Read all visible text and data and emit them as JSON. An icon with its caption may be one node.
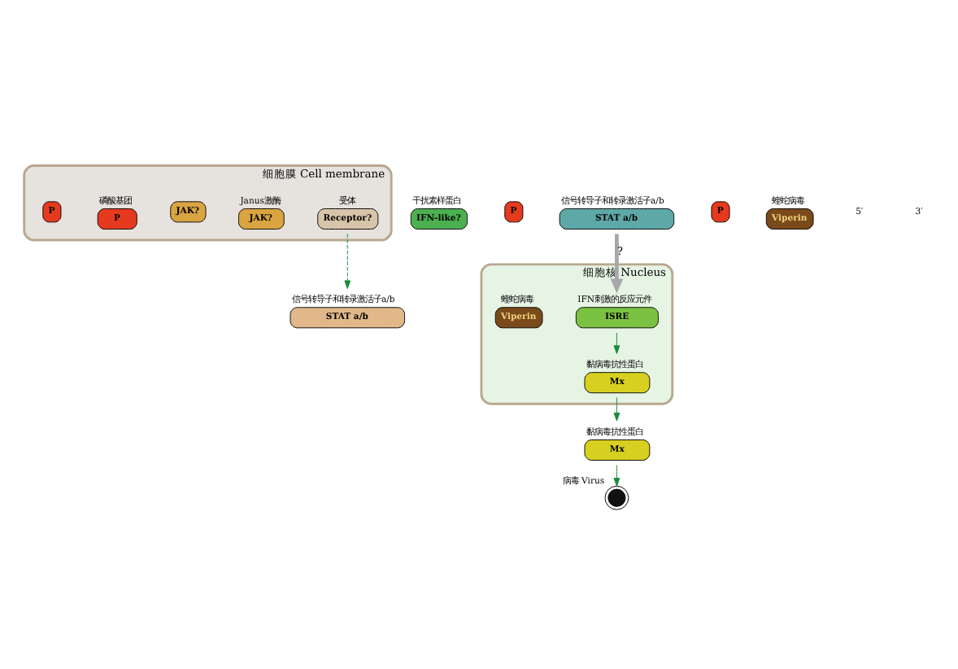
{
  "diagram": {
    "nodes": [
      {
        "text": [
          "细胞膜 Cell membrane"
        ]
      },
      {
        "text": [
          "IFN-like?"
        ],
        "beside": [
          "干扰素样蛋白"
        ]
      },
      {
        "text": [
          "Receptor?"
        ],
        "beside": [
          "受体"
        ],
        "in": 0
      },
      {
        "text": [
          "JAK?"
        ],
        "beside": [
          "Janus激酶"
        ],
        "in": 0
      },
      {
        "text": [
          "JAK?"
        ],
        "in": 0
      },
      {
        "text": [
          "P"
        ],
        "beside": [
          "磷酸基团"
        ],
        "in": 0
      },
      {
        "text": [
          "P"
        ],
        "in": 0
      },
      {
        "text": [
          "STAT a/b"
        ],
        "beside": [
          "信号转导子和转录激活子a/b"
        ]
      },
      {
        "text": [
          "P"
        ]
      },
      {
        "text": [
          "STAT a/b"
        ],
        "beside": [
          "信号转导子和转录激活子a/b"
        ]
      },
      {
        "text": [
          "P"
        ]
      },
      {
        "text": [],
        "shape": "picture",
        "beside": [
          "病毒 Virus"
        ]
      },
      {
        "text": [
          "Mx"
        ],
        "beside": [
          "黏病毒抗性蛋白"
        ]
      },
      {
        "text": [
          "Viperin"
        ],
        "beside": [
          "蝰蛇病毒"
        ]
      },
      {
        "text": [
          "细胞核 Nucleus"
        ]
      },
      {
        "text": [
          "ISRE"
        ],
        "beside": [
          "IFN刺激的反应元件"
        ],
        "in": 14
      },
      {
        "text": [
          "Mx"
        ],
        "beside": [
          "黏病毒抗性蛋白"
        ],
        "in": 14
      },
      {
        "text": [
          "Viperin"
        ],
        "beside": [
          "蝰蛇病毒"
        ],
        "in": 14
      }
    ],
    "edges": [
      {
        "from": 2,
        "to": 7,
        "arrow": "to",
        "style": "dashed"
      },
      {
        "from": 9,
        "to": 15,
        "arrow": "to",
        "label": "?",
        "style": "thick",
        "color": "#a8a8ac"
      },
      {
        "from": 15,
        "to": 16,
        "arrow": "to"
      },
      {
        "from": 16,
        "to": 12,
        "arrow": "to"
      },
      {
        "from": 12,
        "to": 11,
        "arrow": "to"
      }
    ],
    "labels": [
      "5′",
      "3′"
    ]
  }
}
